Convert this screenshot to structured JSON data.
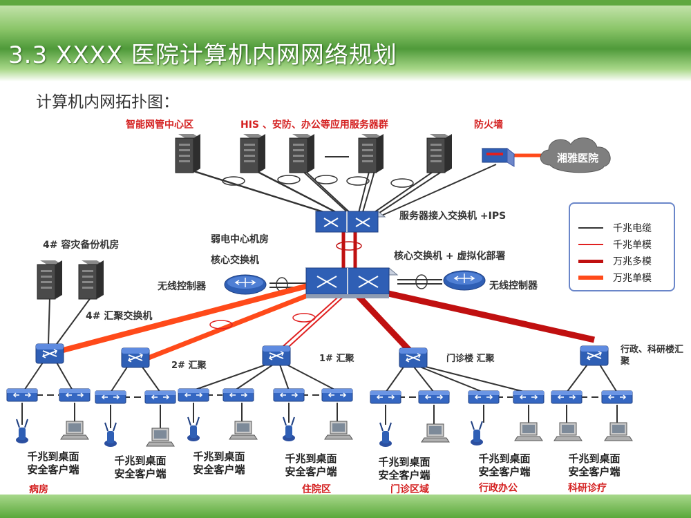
{
  "title": "3.3 XXXX 医院计算机内网网络规划",
  "subtitle": "计算机内网拓扑图：",
  "labels": {
    "nms_zone": "智能网管中心区",
    "server_group": "HIS 、安防、办公等应用服务器群",
    "firewall": "防火墙",
    "external": "湘雅医院",
    "server_switch": "服务器接入交换机 +IPS",
    "weak_room": "弱电中心机房",
    "core_switch_left": "核心交换机",
    "core_switch_right": "核心交换机 + 虚拟化部署",
    "wlc_left": "无线控制器",
    "wlc_right": "无线控制器",
    "backup_room": "4# 容灾备份机房",
    "agg4": "4# 汇聚交换机",
    "agg2": "2# 汇聚",
    "agg1": "1# 汇聚",
    "agg_clinic": "门诊楼  汇聚",
    "agg_admin": "行政、科研楼汇聚"
  },
  "clients": [
    {
      "l1": "千兆到桌面",
      "l2": "安全客户端",
      "zone": "病房"
    },
    {
      "l1": "千兆到桌面",
      "l2": "安全客户端",
      "zone": ""
    },
    {
      "l1": "千兆到桌面",
      "l2": "安全客户端",
      "zone": ""
    },
    {
      "l1": "千兆到桌面",
      "l2": "安全客户端",
      "zone": "住院区"
    },
    {
      "l1": "千兆到桌面",
      "l2": "安全客户端",
      "zone": "门诊区域"
    },
    {
      "l1": "千兆到桌面",
      "l2": "安全客户端",
      "zone": "行政办公"
    },
    {
      "l1": "千兆到桌面",
      "l2": "安全客户端",
      "zone": "科研诊疗"
    }
  ],
  "legend": [
    {
      "label": "千兆电缆",
      "color": "#333333",
      "width": 2
    },
    {
      "label": "千兆单模",
      "color": "#e02020",
      "width": 2
    },
    {
      "label": "万兆多模",
      "color": "#c01010",
      "width": 5
    },
    {
      "label": "万兆单模",
      "color": "#ff4a1a",
      "width": 6
    }
  ],
  "colors": {
    "link_copper": "#333333",
    "link_gsm": "#e02020",
    "link_10g_mm": "#c01010",
    "link_10g_sm": "#ff4a1a",
    "switch_blue": "#2f5fb5",
    "title_green": "#4f9a3a"
  }
}
